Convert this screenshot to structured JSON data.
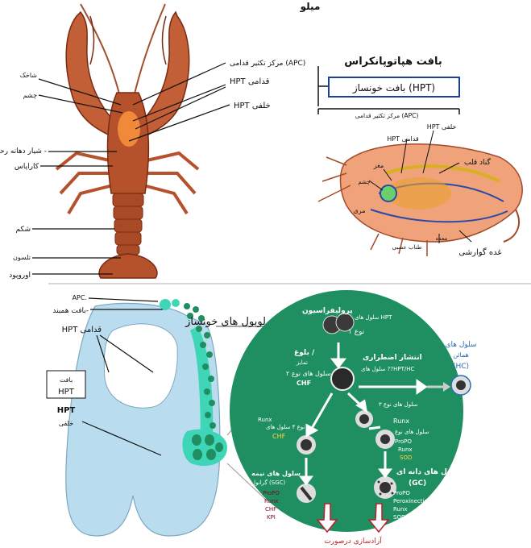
{
  "top_title": "میلو",
  "crayfish": {
    "labels": {
      "antenna": "شاخک",
      "eye": "چشم",
      "apc": "مرکز تکثیر قدامی (APC)",
      "hpt_anterior": "HPT قدامی",
      "hpt_posterior": "HPT خلفی",
      "cervical_groove": "شیار دهانه رحم -",
      "carapace": "کاراپاس",
      "abdomen": "شکم",
      "telson": "تلسون",
      "uropod": "اوروپود"
    }
  },
  "shrimp": {
    "title": "بافت هپاتوپانکراس",
    "box_label": "بافت خونساز (HPT)",
    "apc_label": "مرکز تکثیر قدامی (APC)",
    "labels": {
      "hpt_posterior": "HPT خلفی",
      "hpt_anterior": "HPT قدامی",
      "brain": "مغز",
      "eye": "چشم",
      "esophagus": "مری",
      "heart": "گناد قلب",
      "nerve_cord": "طناب عصبی",
      "stomach": "معده",
      "digestive_gland": "غده گوارشی"
    }
  },
  "lobule": {
    "apc": "APC.",
    "connective": "بافت همبند-",
    "lobule_title": "لوبول های خونساز",
    "hpt_anterior": "HPT قدامی",
    "hpt_box_top": "بافت",
    "hpt_box_bottom": "HPT",
    "hpt_posterior_1": "HPT",
    "hpt_posterior_2": "خلفی"
  },
  "process": {
    "prolif": "پرولیفراسیون",
    "hpt_cells": "سلول های HPT",
    "type1": "نوع ۱",
    "maturation": "بلوغ /",
    "differentiation": "تمایز",
    "type2": "سلول های نوع ۲",
    "chf": "CHF",
    "stress_title": "انتشار اضطراری",
    "stress_sub": "سلول های ??HPT/HC",
    "runx_type3": "Runx",
    "type3": "سلول های نوع ۳",
    "type4_runx": "Runx",
    "type4_label": "نوع ۴ سلول های",
    "type4_chf": "CHF",
    "type5": "سلول های نوع",
    "type5_markers": [
      "ProPO",
      "Runx",
      "SOD"
    ],
    "sgc_title": "سلول های نیمه",
    "sgc_sub": "گرانول (SGC)",
    "sgc_markers": [
      "ProPO",
      "Runx",
      "CHF",
      "KPI"
    ],
    "gc_title": "سلول های دانه ای",
    "gc_sub": "(GC)",
    "gc_markers": [
      "ProPO",
      "Peroxinectin",
      "Runx",
      "SOD"
    ],
    "release": "آزادسازی درصورت",
    "hemocytes_1": "سلول های",
    "hemocytes_2": "همائن",
    "hemocytes_3": "(HC)"
  },
  "colors": {
    "crayfish_body": "#b5522c",
    "crayfish_dark": "#7a2a12",
    "shrimp_body": "#f0a27a",
    "lobule_fill": "#b9dcef",
    "lobule_cells": "#3fd6b8",
    "circle_green": "#1f8f62",
    "arrow_red": "#b8222a",
    "hc_blue": "#2a6db5"
  }
}
